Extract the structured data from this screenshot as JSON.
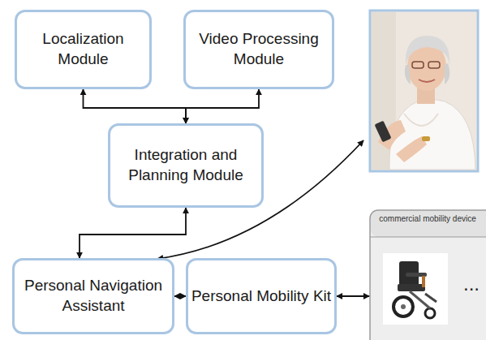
{
  "diagram": {
    "nodes": [
      {
        "text": [
          "Localization Module"
        ]
      },
      {
        "text": [
          "Video Processing Module"
        ]
      },
      {
        "text": [
          "Integration and Planning Module"
        ]
      },
      {
        "text": [
          "Personal Navigation Assistant"
        ]
      },
      {
        "text": [
          "Personal Mobility Kit"
        ]
      },
      {
        "text": [
          "commercial mobility device"
        ]
      }
    ],
    "edges": [
      {
        "from": 2,
        "to": 0,
        "arrow": "both"
      },
      {
        "from": 2,
        "to": 1,
        "arrow": "both"
      },
      {
        "from": 2,
        "to": 3,
        "arrow": "both"
      },
      {
        "from": 3,
        "to": 4,
        "arrow": "both"
      },
      {
        "from": 4,
        "to": 5,
        "arrow": "both"
      }
    ],
    "labels": [
      "..."
    ]
  }
}
